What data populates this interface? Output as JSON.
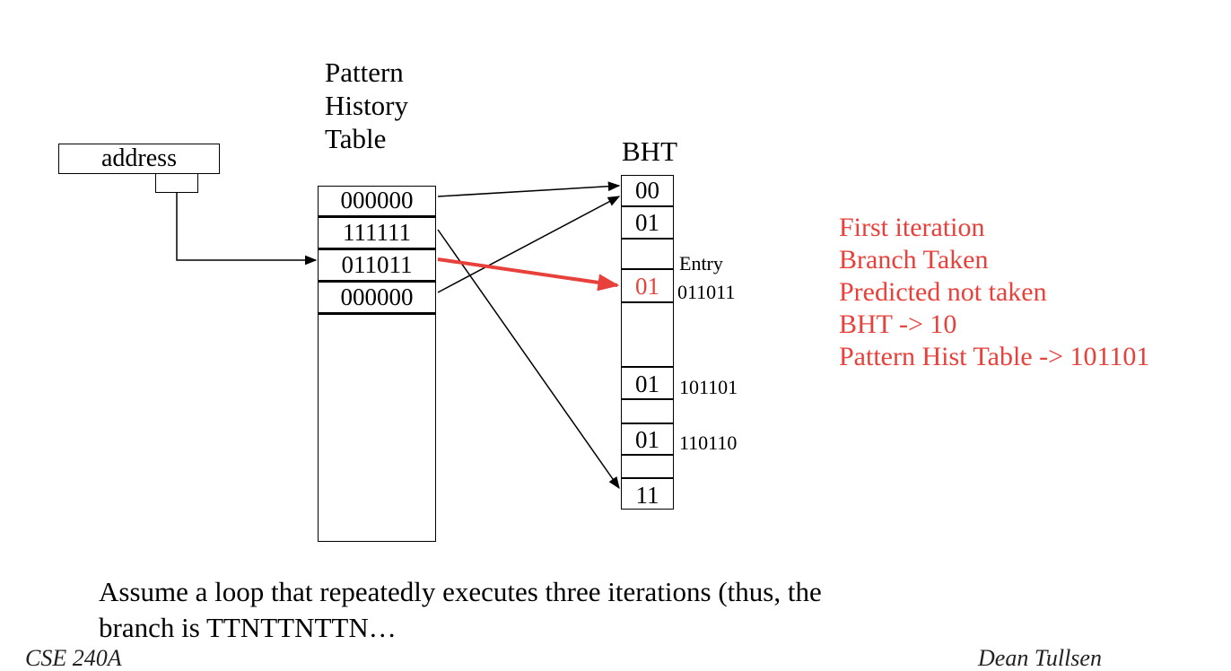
{
  "pht": {
    "title_lines": [
      "Pattern",
      "History",
      "Table"
    ],
    "entries": [
      "000000",
      "111111",
      "011011",
      "000000"
    ]
  },
  "address": {
    "label": "address"
  },
  "bht": {
    "title": "BHT",
    "entries": [
      "00",
      "01",
      "01",
      "01",
      "01",
      "11"
    ],
    "entry_label": "Entry",
    "entry_tags": [
      "011011",
      "101101",
      "110110"
    ]
  },
  "notes": {
    "color": "#e8403b",
    "lines": [
      "First iteration",
      "Branch Taken",
      "Predicted not taken",
      "BHT -> 10",
      "Pattern Hist Table -> 101101"
    ]
  },
  "caption": {
    "lines": [
      "Assume a loop that repeatedly executes three iterations (thus, the",
      "branch is TTNTTNTTN…"
    ]
  },
  "footer": {
    "left": "CSE 240A",
    "right": "Dean Tullsen"
  }
}
